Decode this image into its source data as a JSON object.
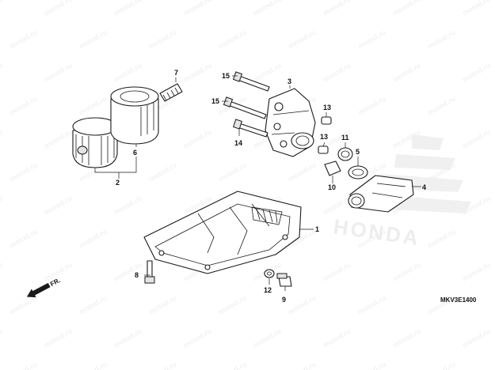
{
  "diagram": {
    "code": "MKV3E1400",
    "direction_label": "FR.",
    "brand_watermark": "HONDA",
    "site_watermark": "motod.ru",
    "colors": {
      "line": "#1a1a1a",
      "background": "#ffffff",
      "watermark": "#f2f2f2"
    },
    "callouts": [
      {
        "id": "c1",
        "label": "1"
      },
      {
        "id": "c2",
        "label": "2"
      },
      {
        "id": "c3",
        "label": "3"
      },
      {
        "id": "c4",
        "label": "4"
      },
      {
        "id": "c5",
        "label": "5"
      },
      {
        "id": "c6",
        "label": "6"
      },
      {
        "id": "c7",
        "label": "7"
      },
      {
        "id": "c8",
        "label": "8"
      },
      {
        "id": "c9",
        "label": "9"
      },
      {
        "id": "c10",
        "label": "10"
      },
      {
        "id": "c11",
        "label": "11"
      },
      {
        "id": "c12",
        "label": "12"
      },
      {
        "id": "c13a",
        "label": "13"
      },
      {
        "id": "c13b",
        "label": "13"
      },
      {
        "id": "c14",
        "label": "14"
      },
      {
        "id": "c15a",
        "label": "15"
      },
      {
        "id": "c15b",
        "label": "15"
      }
    ]
  }
}
